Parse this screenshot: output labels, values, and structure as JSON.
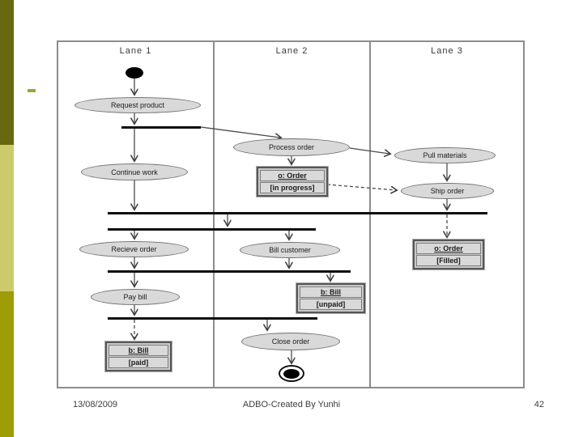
{
  "slide": {
    "footer": {
      "date": "13/08/2009",
      "credit": "ADBO-Created By Yunhi",
      "page_number": "42"
    },
    "sidebar_colors": {
      "top": "#68680e",
      "middle": "#cbcb6c",
      "bottom": "#9d9d05"
    }
  },
  "diagram": {
    "lanes": [
      {
        "label": "Lane 1"
      },
      {
        "label": "Lane 2"
      },
      {
        "label": "Lane 3"
      }
    ],
    "activities": {
      "request_product": "Request product",
      "continue_work": "Continue work",
      "recieve_order": "Recieve order",
      "pay_bill": "Pay bill",
      "process_order": "Process order",
      "bill_customer": "Bill customer",
      "close_order": "Close order",
      "pull_materials": "Pull materials",
      "ship_order": "Ship order"
    },
    "objects": {
      "order_in_progress": {
        "title": "o: Order",
        "state": "[in progress]"
      },
      "bill_unpaid": {
        "title": "b: Bill",
        "state": "[unpaid]"
      },
      "bill_paid": {
        "title": "b: Bill",
        "state": "[paid]"
      },
      "order_filled": {
        "title": "o: Order",
        "state": "[Filled]"
      }
    },
    "edges": [
      {
        "from": "initial",
        "to": "request_product",
        "style": "solid"
      },
      {
        "from": "request_product",
        "to": "fork1",
        "style": "solid"
      },
      {
        "from": "fork1",
        "to": "continue_work",
        "style": "solid"
      },
      {
        "from": "fork1",
        "to": "process_order",
        "style": "solid"
      },
      {
        "from": "process_order",
        "to": "order_in_progress",
        "style": "solid"
      },
      {
        "from": "process_order",
        "to": "pull_materials",
        "style": "solid"
      },
      {
        "from": "order_in_progress",
        "to": "ship_order",
        "style": "dashed"
      },
      {
        "from": "pull_materials",
        "to": "ship_order",
        "style": "solid"
      },
      {
        "from": "continue_work",
        "to": "join1",
        "style": "solid"
      },
      {
        "from": "ship_order",
        "to": "join1",
        "style": "solid"
      },
      {
        "from": "join1",
        "to": "order_filled",
        "style": "dashed"
      },
      {
        "from": "join1",
        "to": "fork2",
        "style": "solid"
      },
      {
        "from": "fork2",
        "to": "recieve_order",
        "style": "solid"
      },
      {
        "from": "fork2",
        "to": "bill_customer",
        "style": "solid"
      },
      {
        "from": "recieve_order",
        "to": "join2",
        "style": "solid"
      },
      {
        "from": "bill_customer",
        "to": "join2",
        "style": "solid"
      },
      {
        "from": "join2",
        "to": "pay_bill",
        "style": "solid"
      },
      {
        "from": "join2",
        "to": "bill_unpaid",
        "style": "solid"
      },
      {
        "from": "pay_bill",
        "to": "join3",
        "style": "solid"
      },
      {
        "from": "join3",
        "to": "bill_paid",
        "style": "dashed"
      },
      {
        "from": "join3",
        "to": "close_order",
        "style": "solid"
      },
      {
        "from": "close_order",
        "to": "final",
        "style": "solid"
      }
    ]
  }
}
